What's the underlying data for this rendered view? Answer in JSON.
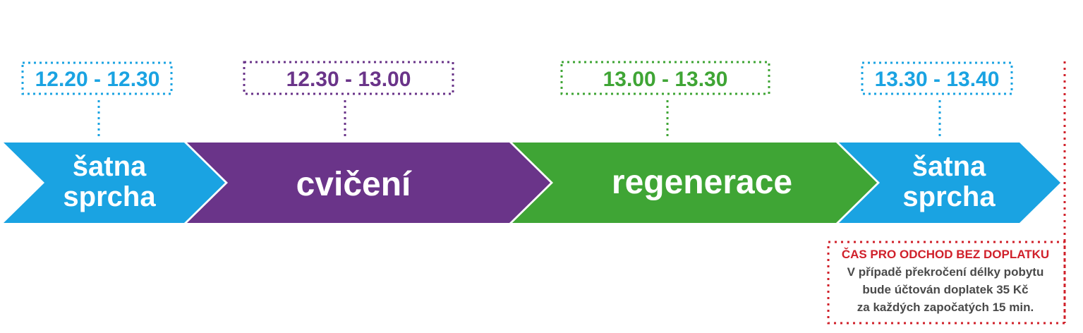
{
  "colors": {
    "blue": "#1aa3e2",
    "purple": "#6a3489",
    "green": "#3fa535",
    "red": "#d0202a",
    "note_text": "#4a4a4a"
  },
  "segments": [
    {
      "line1": "šatna",
      "line2": "sprcha",
      "time": "12.20 - 12.30",
      "color": "blue"
    },
    {
      "line1": "cvičení",
      "line2": "",
      "time": "12.30 - 13.00",
      "color": "purple"
    },
    {
      "line1": "regenerace",
      "line2": "",
      "time": "13.00 - 13.30",
      "color": "green"
    },
    {
      "line1": "šatna",
      "line2": "sprcha",
      "time": "13.30 - 13.40",
      "color": "blue"
    }
  ],
  "note": {
    "title": "ČAS PRO ODCHOD BEZ DOPLATKU",
    "lines": [
      "V případě překročení délky pobytu",
      "bude účtován doplatek 35 Kč",
      "za každých započatých 15 min."
    ]
  }
}
